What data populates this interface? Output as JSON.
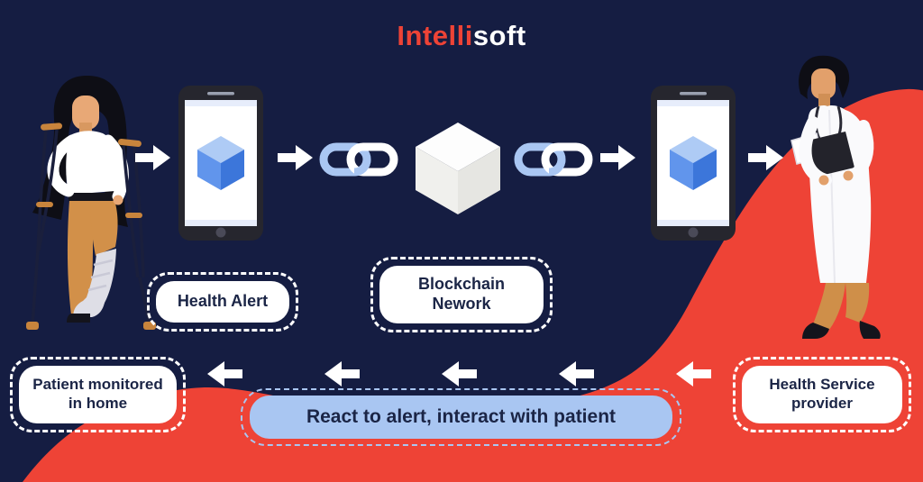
{
  "page": {
    "bg_color": "#151D42",
    "accent_red": "#EE4336",
    "accent_light_blue": "#A9C6F2",
    "text_navy": "#1B2546"
  },
  "logo": {
    "prefix": "Intelli",
    "suffix": "soft"
  },
  "labels": {
    "health_alert": "Health Alert",
    "blockchain_line1": "Blockchain",
    "blockchain_line2": "Nework",
    "patient_line1": "Patient monitored",
    "patient_line2": "in home",
    "provider_line1": "Health Service",
    "provider_line2": "provider",
    "react": "React to alert, interact with patient"
  },
  "icons": {
    "flow_right": "arrow-right-icon",
    "flow_left": "arrow-left-icon",
    "phone": "smartphone-blockchain-cube-icon",
    "chain": "chain-link-icon",
    "cube": "blockchain-cube-icon"
  },
  "illustrations": {
    "patient": "patient-with-crutches-and-leg-cast",
    "doctor": "doctor-with-clipboard-and-stethoscope"
  },
  "cube_colors": {
    "top": "#AECBF5",
    "left": "#6195EC",
    "right": "#3C76DA"
  },
  "white_cube_colors": {
    "top": "#FDFDFD",
    "left": "#F0F0ED",
    "right": "#E6E6E2"
  }
}
